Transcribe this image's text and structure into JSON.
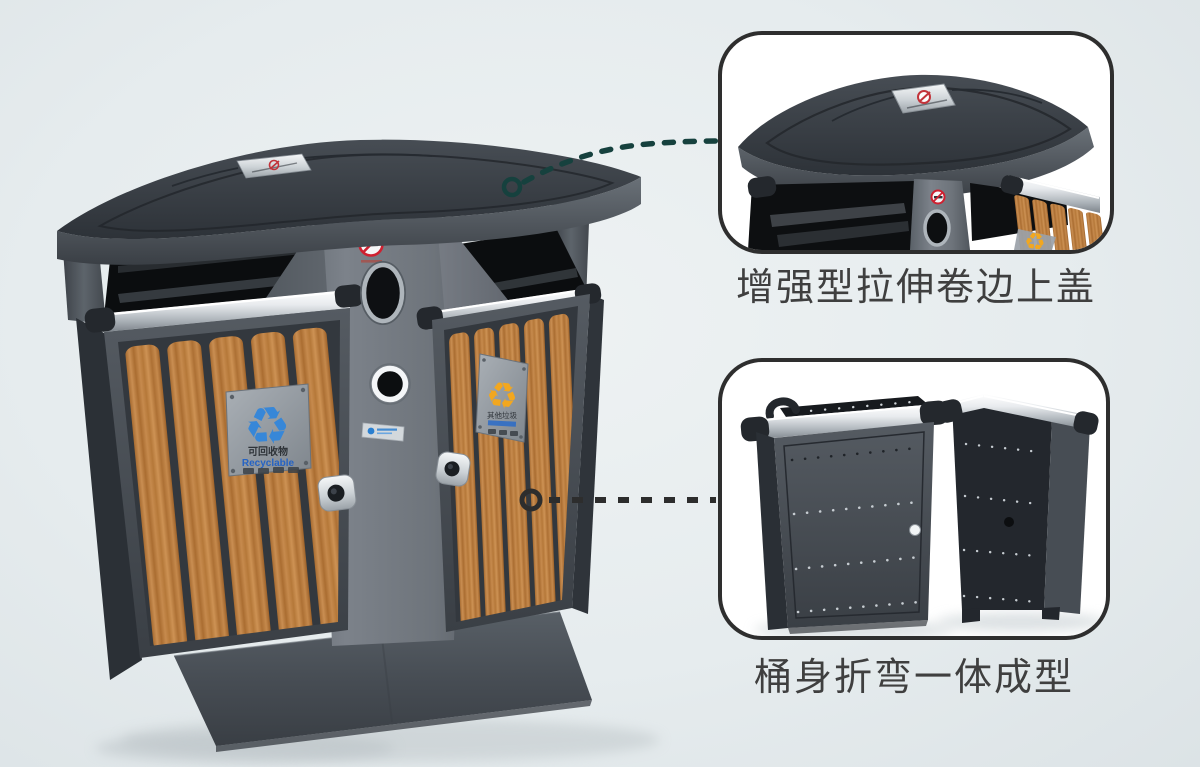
{
  "captions": {
    "lid_feature": "增强型拉伸卷边上盖",
    "body_feature": "桶身折弯一体成型"
  },
  "plates": {
    "recyclable": {
      "glyph": "♻",
      "label_cn": "可回收物",
      "label_en": "Recyclable",
      "glyph_color": "#3787d8"
    },
    "other_waste": {
      "glyph": "♻",
      "label_cn": "其他垃圾",
      "glyph_color": "#f2a71f"
    }
  },
  "colors": {
    "background_center": "#eef2f3",
    "background_edge": "#dde4e7",
    "callout_border": "#2e2e2e",
    "callout_background": "#ffffff",
    "caption_text": "#3f3f3f",
    "connector_top": "#16413e",
    "connector_bottom": "#2d2d2d",
    "wood": "#bf8245",
    "metal_dark": "#3a3f46",
    "metal_light": "#7a8087",
    "aluminum": "#e8ebee",
    "no_smoking_red": "#cf2030"
  }
}
